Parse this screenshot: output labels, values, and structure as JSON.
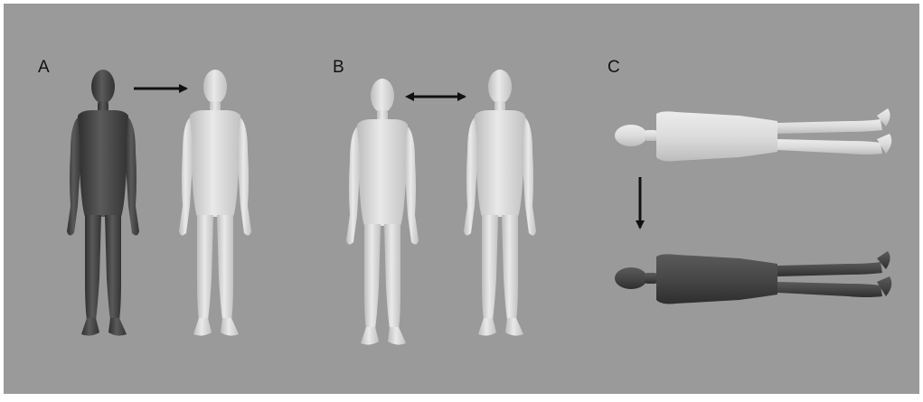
{
  "figure": {
    "background_color": "#9a9a9a",
    "dark_body_color": "#4a4a4a",
    "light_body_color": "#dcdcdc",
    "arrow_color": "#111111"
  },
  "panels": {
    "a": {
      "label": "A"
    },
    "b": {
      "label": "B"
    },
    "c": {
      "label": "C"
    }
  }
}
